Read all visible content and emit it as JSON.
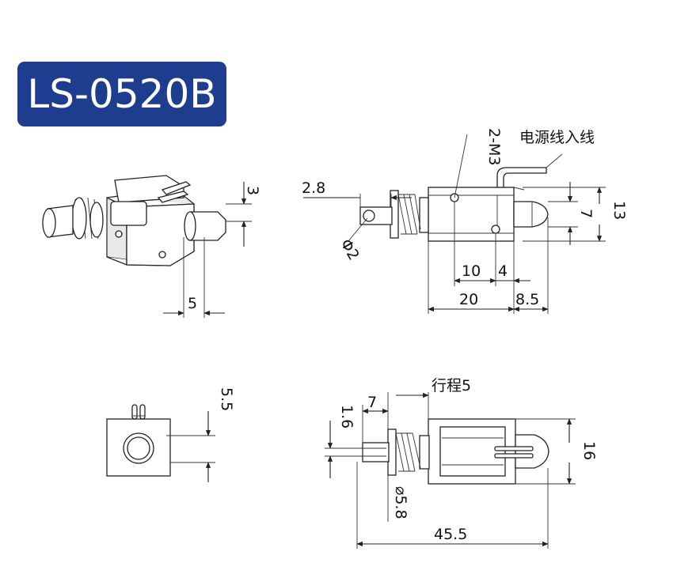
{
  "title": "LS-0520B",
  "labels": {
    "wire_entry": "电源线入线",
    "stroke": "行程5",
    "thread": "2-M3",
    "hole_dia": "Φ2",
    "plunger_dia": "⌀5.8"
  },
  "dimensions": {
    "iso_height": "3",
    "iso_width": "5",
    "front_offset": "2.8",
    "front_height": "7",
    "front_total_height": "13",
    "hole_spacing": "10",
    "hole_offset": "4",
    "body_length": "20",
    "plunger_length": "8.5",
    "end_height": "5.5",
    "side_pin_offset": "1.6",
    "side_spring_len": "7",
    "side_height": "16",
    "total_length": "45.5"
  },
  "colors": {
    "badge": "#1f3d8f",
    "line": "#222222"
  }
}
